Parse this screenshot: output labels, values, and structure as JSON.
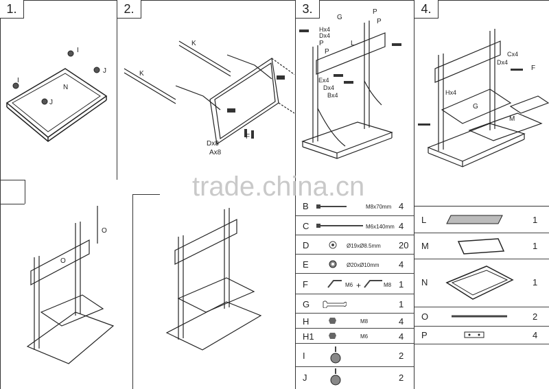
{
  "steps": [
    {
      "num": "1.",
      "labels": {
        "I_a": "I",
        "I_b": "I",
        "J_a": "J",
        "J_b": "J",
        "N": "N"
      }
    },
    {
      "num": "2.",
      "labels": {
        "K_a": "K",
        "K_b": "K",
        "D": "Dx8",
        "A": "Ax8",
        "F": "F"
      }
    },
    {
      "num": "3.",
      "labels": {
        "G": "G",
        "P1": "P",
        "P2": "P",
        "P3": "P",
        "P4": "P",
        "H": "Hx4",
        "D1": "Dx4",
        "L": "L",
        "E": "Ex4",
        "D2": "Dx4",
        "B": "Bx4"
      }
    },
    {
      "num": "4.",
      "labels": {
        "C": "Cx4",
        "D": "Dx4",
        "F": "F",
        "H": "Hx4",
        "G": "G",
        "M": "M"
      }
    }
  ],
  "assembly_labels": {
    "O_a": "O",
    "O_b": "O"
  },
  "watermark": "trade.china.cn",
  "parts_left": [
    {
      "letter": "B",
      "spec": "M8x70mm",
      "qty": "4"
    },
    {
      "letter": "C",
      "spec": "M6x140mm",
      "qty": "4"
    },
    {
      "letter": "D",
      "spec": "Ø19xØ8.5mm",
      "qty": "20"
    },
    {
      "letter": "E",
      "spec": "Ø20xØ10mm",
      "qty": "4"
    },
    {
      "letter": "F",
      "spec": "M6 + M8",
      "spec_a": "M6",
      "plus": "+",
      "spec_b": "M8",
      "qty": "1"
    },
    {
      "letter": "G",
      "spec": "",
      "qty": "1"
    },
    {
      "letter": "H",
      "spec": "M8",
      "qty": "4"
    },
    {
      "letter": "H1",
      "spec": "M6",
      "qty": "4"
    },
    {
      "letter": "I",
      "spec": "",
      "qty": "2"
    },
    {
      "letter": "J",
      "spec": "",
      "qty": "2"
    }
  ],
  "parts_right": [
    {
      "letter": "L",
      "qty": "1"
    },
    {
      "letter": "M",
      "qty": "1"
    },
    {
      "letter": "N",
      "qty": "1"
    },
    {
      "letter": "O",
      "qty": "2"
    },
    {
      "letter": "P",
      "qty": "4"
    }
  ]
}
